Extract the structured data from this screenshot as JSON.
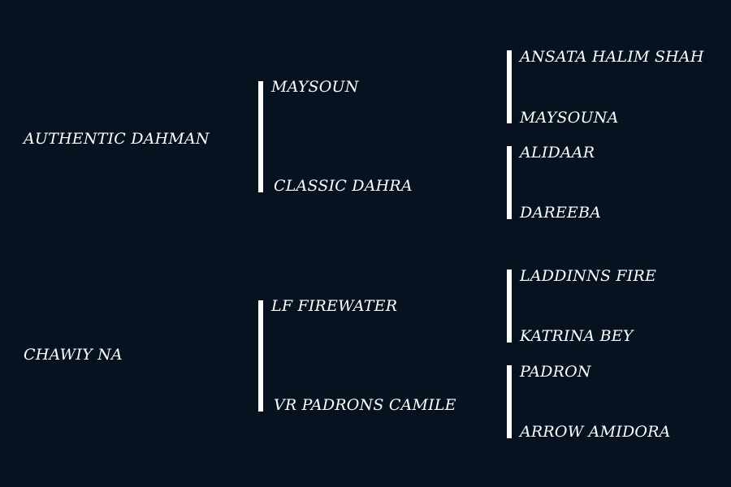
{
  "pedigree": {
    "sire": {
      "name": "AUTHENTIC DAHMAN",
      "sire": {
        "name": "MAYSOUN",
        "sire": {
          "name": "ANSATA HALIM SHAH"
        },
        "dam": {
          "name": "MAYSOUNA"
        }
      },
      "dam": {
        "name": "CLASSIC DAHRA",
        "sire": {
          "name": "ALIDAAR"
        },
        "dam": {
          "name": "DAREEBA"
        }
      }
    },
    "dam": {
      "name": "CHAWIY NA",
      "sire": {
        "name": "LF FIREWATER",
        "sire": {
          "name": "LADDINNS FIRE"
        },
        "dam": {
          "name": "KATRINA BEY"
        }
      },
      "dam": {
        "name": "VR PADRONS CAMILE",
        "sire": {
          "name": "PADRON"
        },
        "dam": {
          "name": "ARROW AMIDORA"
        }
      }
    }
  }
}
